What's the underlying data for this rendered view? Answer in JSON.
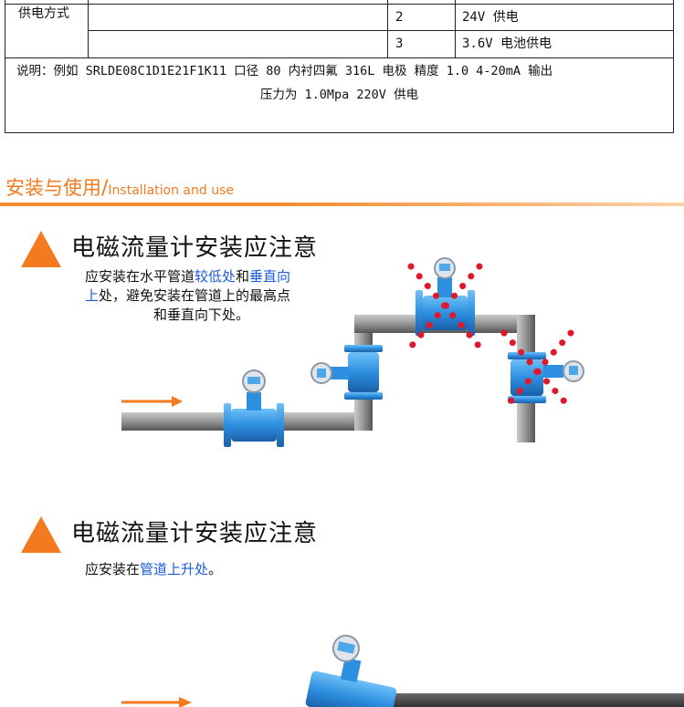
{
  "table": {
    "row_label": "供电方式",
    "rows": [
      {
        "code": "2",
        "desc": "24V 供电"
      },
      {
        "code": "3",
        "desc": "3.6V 电池供电"
      }
    ],
    "note_line1": "说明：例如 SRLDE08C1D1E21F1K11 口径 80 内衬四氟 316L 电极 精度 1.0  4-20mA 输出",
    "note_line2": "压力为 1.0Mpa 220V 供电"
  },
  "section": {
    "title_cn": "安装与使用",
    "slash": "/",
    "title_en": "Installation and use"
  },
  "notice1": {
    "heading": "电磁流量计安装应注意",
    "line1_a": "应安装在水平管道",
    "line1_b": "较低处",
    "line1_c": "和",
    "line1_d": "垂直向",
    "line2_a": "上",
    "line2_b": "处，避免安装在管道上的最高点",
    "line3": "和垂直向下处。"
  },
  "notice2": {
    "heading": "电磁流量计安装应注意",
    "text_a": "应安装在",
    "text_b": "管道上升处",
    "text_c": "。"
  },
  "colors": {
    "accent": "#f47a1f",
    "highlight": "#1a5bd8",
    "pipe": "#8c8c8c",
    "meter_body": "#2d8fe0",
    "cross": "#e0182b"
  }
}
